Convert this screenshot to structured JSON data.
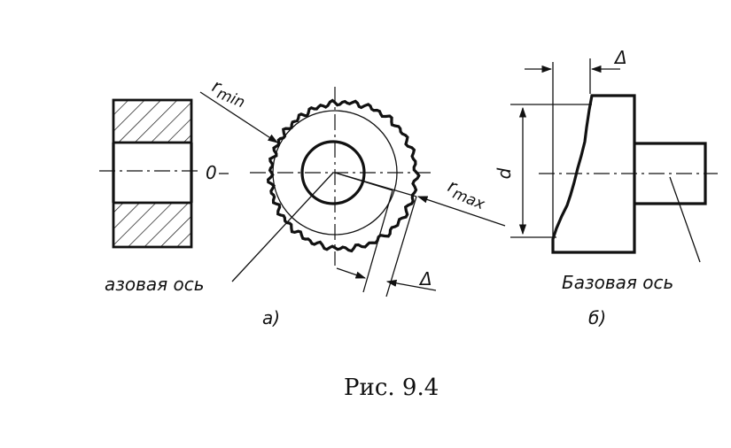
{
  "labels": {
    "r_min": "r",
    "r_min_sub": "min",
    "r_max": "r",
    "r_max_sub": "max",
    "delta_a": "Δ",
    "delta_b": "Δ",
    "axis_o": "0",
    "base_axis_a": "азовая ось",
    "base_axis_b": "Базовая ось",
    "dim_d": "d",
    "sub_a": "а)",
    "sub_b": "б)"
  },
  "caption": "Рис. 9.4"
}
